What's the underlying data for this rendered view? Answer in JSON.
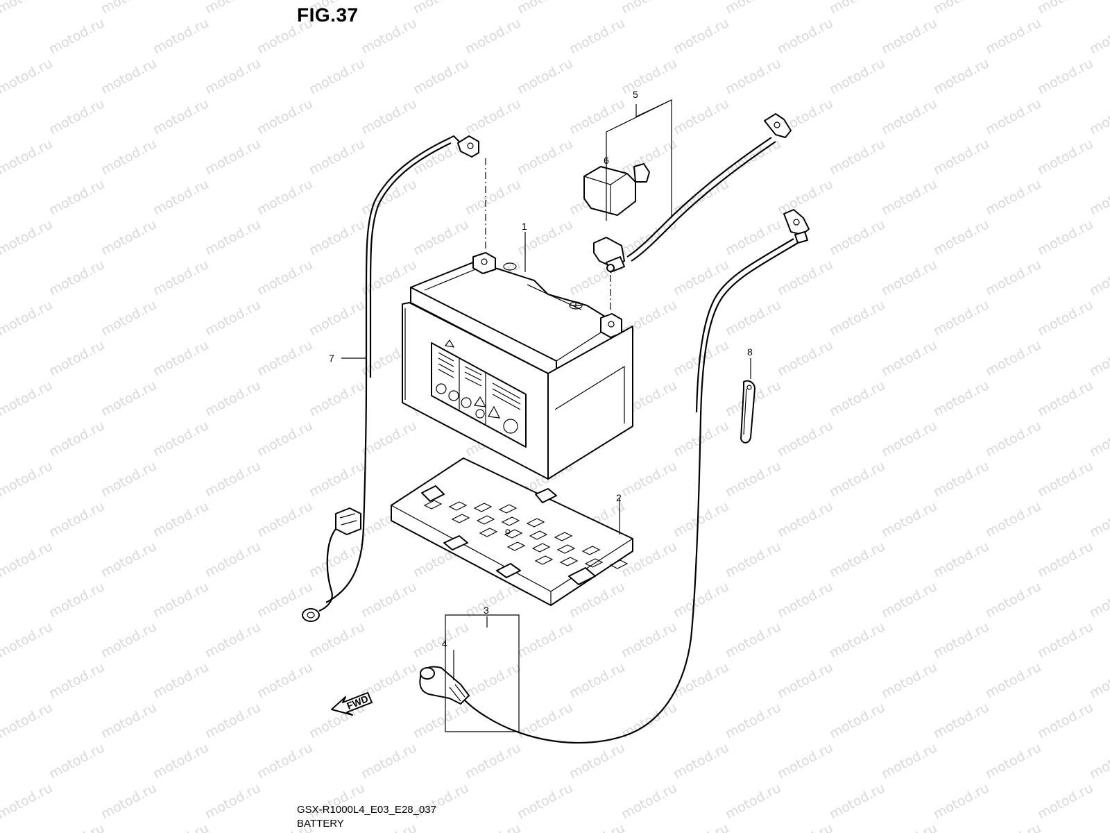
{
  "figure": {
    "title": "FIG.37",
    "code": "GSX-R1000L4_E03_E28_037",
    "name": "BATTERY",
    "watermark": "motod.ru",
    "direction_mark": "FWD"
  },
  "callouts": [
    {
      "id": "1",
      "label": "1"
    },
    {
      "id": "2",
      "label": "2"
    },
    {
      "id": "3",
      "label": "3"
    },
    {
      "id": "4",
      "label": "4"
    },
    {
      "id": "5",
      "label": "5"
    },
    {
      "id": "6",
      "label": "6"
    },
    {
      "id": "7",
      "label": "7"
    },
    {
      "id": "8",
      "label": "8"
    }
  ]
}
